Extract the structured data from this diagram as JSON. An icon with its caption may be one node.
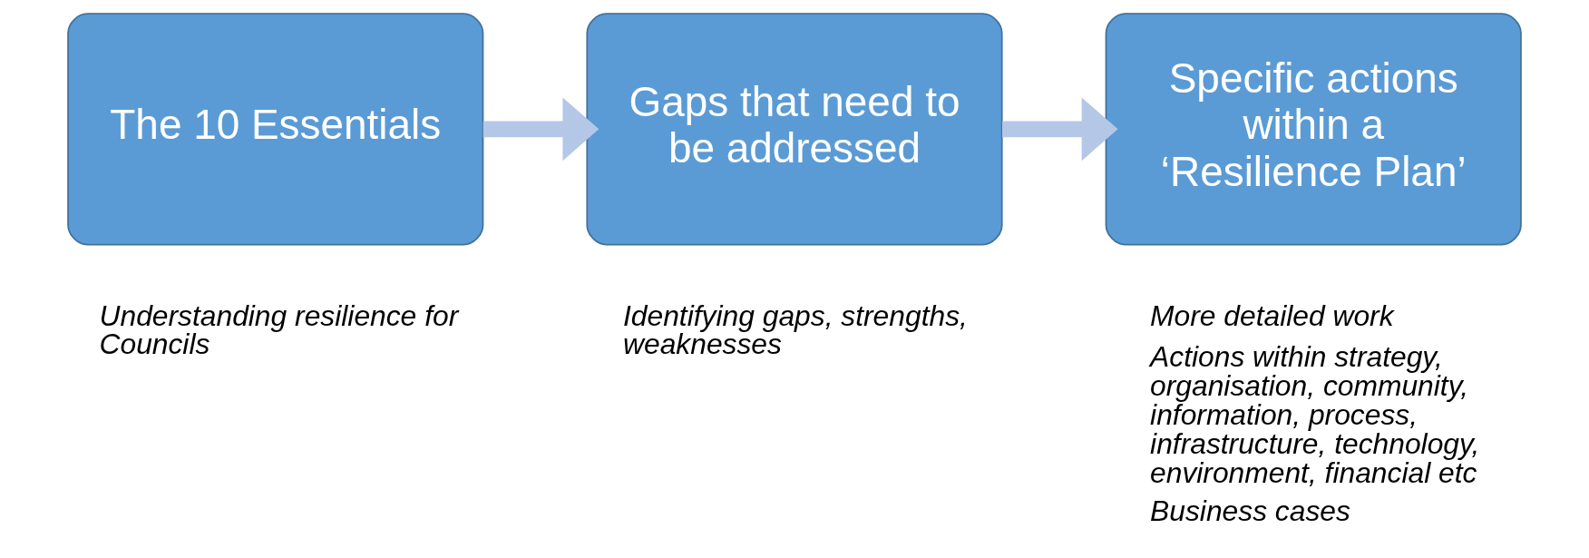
{
  "diagram": {
    "nodes": [
      {
        "text": [
          "The 10 Essentials"
        ],
        "beside": [
          "Understanding resilience for Councils"
        ]
      },
      {
        "text": [
          "Gaps that need to be addressed"
        ],
        "beside": [
          "Identifying gaps, strengths, weaknesses"
        ]
      },
      {
        "text": [
          "Specific actions within a ‘Resilience Plan’"
        ],
        "beside": [
          "More detailed work",
          "Actions within strategy, organisation, community, information, process, infrastructure, technology, environment, financial etc",
          "Business cases"
        ]
      }
    ],
    "edges": [
      {
        "from": 0,
        "to": 1,
        "arrow": "to"
      },
      {
        "from": 1,
        "to": 2,
        "arrow": "to"
      }
    ]
  }
}
